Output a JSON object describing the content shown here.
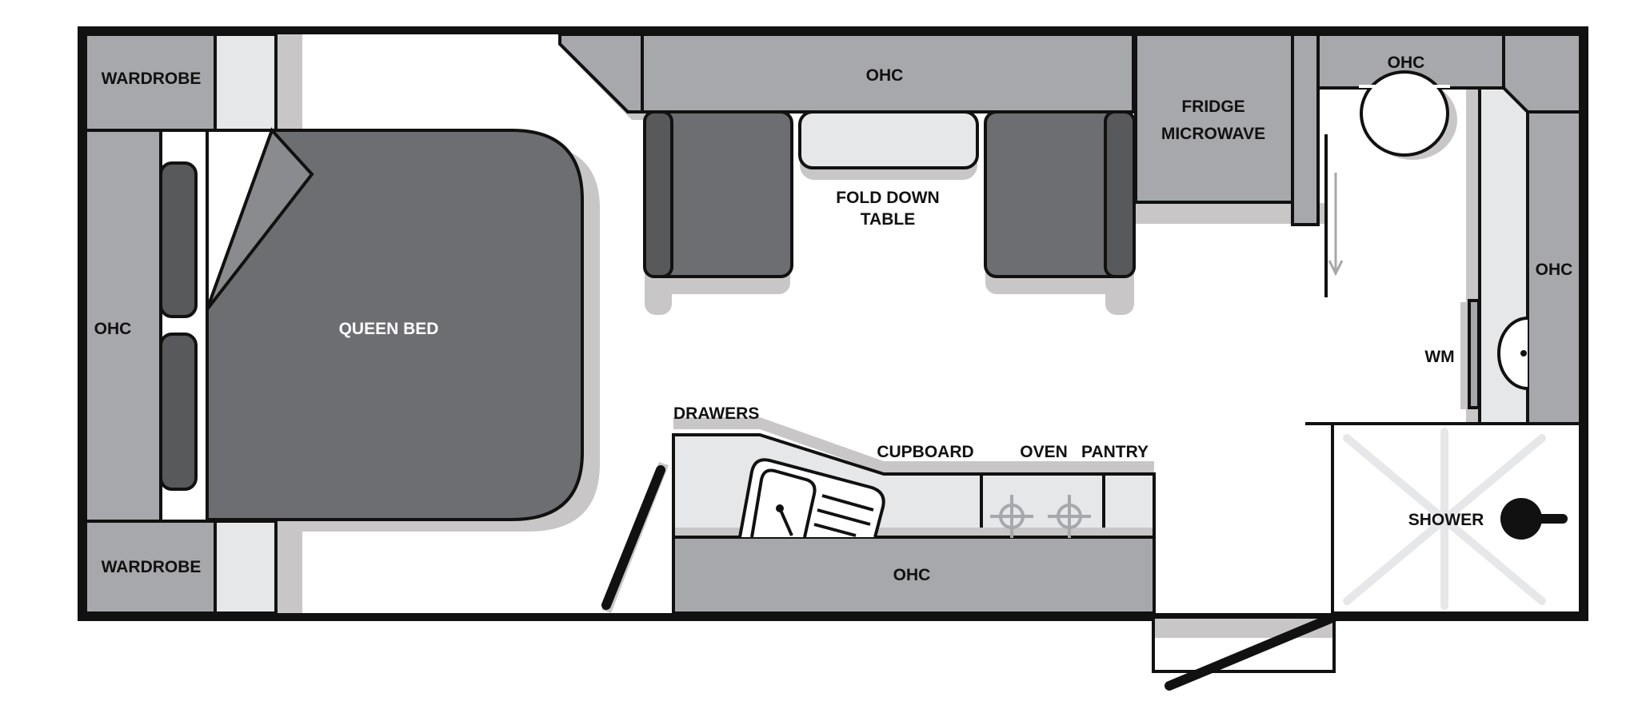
{
  "labels": {
    "wardrobe_top": "WARDROBE",
    "wardrobe_bottom": "WARDROBE",
    "ohc_left": "OHC",
    "queen_bed": "QUEEN BED",
    "ohc_top_center": "OHC",
    "fold_down_table_1": "FOLD DOWN",
    "fold_down_table_2": "TABLE",
    "fridge": "FRIDGE",
    "microwave": "MICROWAVE",
    "ohc_top_right": "OHC",
    "ohc_right": "OHC",
    "wm": "WM",
    "drawers": "DRAWERS",
    "cupboard": "CUPBOARD",
    "oven": "OVEN",
    "pantry": "PANTRY",
    "ohc_kitchen": "OHC",
    "shower": "SHOWER"
  },
  "colors": {
    "wall": "#111111",
    "cabinet": "#a7a8ab",
    "furniture_dark": "#6d6e71",
    "seat_dark": "#58595b",
    "light_fill": "#e6e7e8",
    "shadow": "#c8c6c6",
    "floor": "#ffffff"
  }
}
